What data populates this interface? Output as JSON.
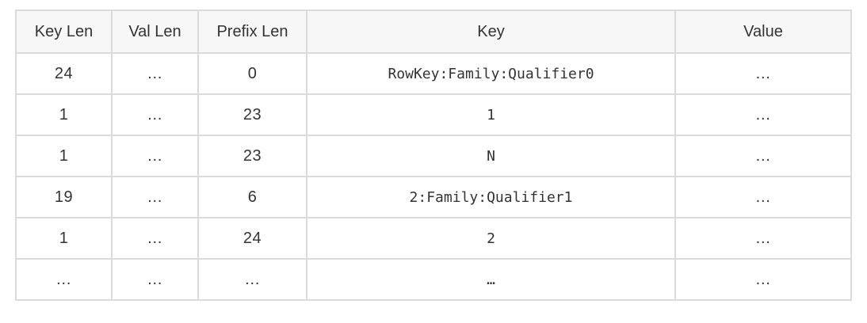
{
  "chart_data": {
    "type": "table",
    "title": "",
    "columns": [
      "Key Len",
      "Val Len",
      "Prefix Len",
      "Key",
      "Value"
    ],
    "rows": [
      [
        "24",
        "…",
        "0",
        "RowKey:Family:Qualifier0",
        "…"
      ],
      [
        "1",
        "…",
        "23",
        "1",
        "…"
      ],
      [
        "1",
        "…",
        "23",
        "N",
        "…"
      ],
      [
        "19",
        "…",
        "6",
        "2:Family:Qualifier1",
        "…"
      ],
      [
        "1",
        "…",
        "24",
        "2",
        "…"
      ],
      [
        "…",
        "…",
        "…",
        "…",
        "…"
      ]
    ],
    "layout": {
      "grid": "all-borders",
      "header_position": "top",
      "key_column_style": "monospace-slashed-zero"
    }
  },
  "colors": {
    "page_background": "#ffffff",
    "header_background": "#f7f7f7",
    "border": "#dbdbdb",
    "text": "#333333"
  }
}
